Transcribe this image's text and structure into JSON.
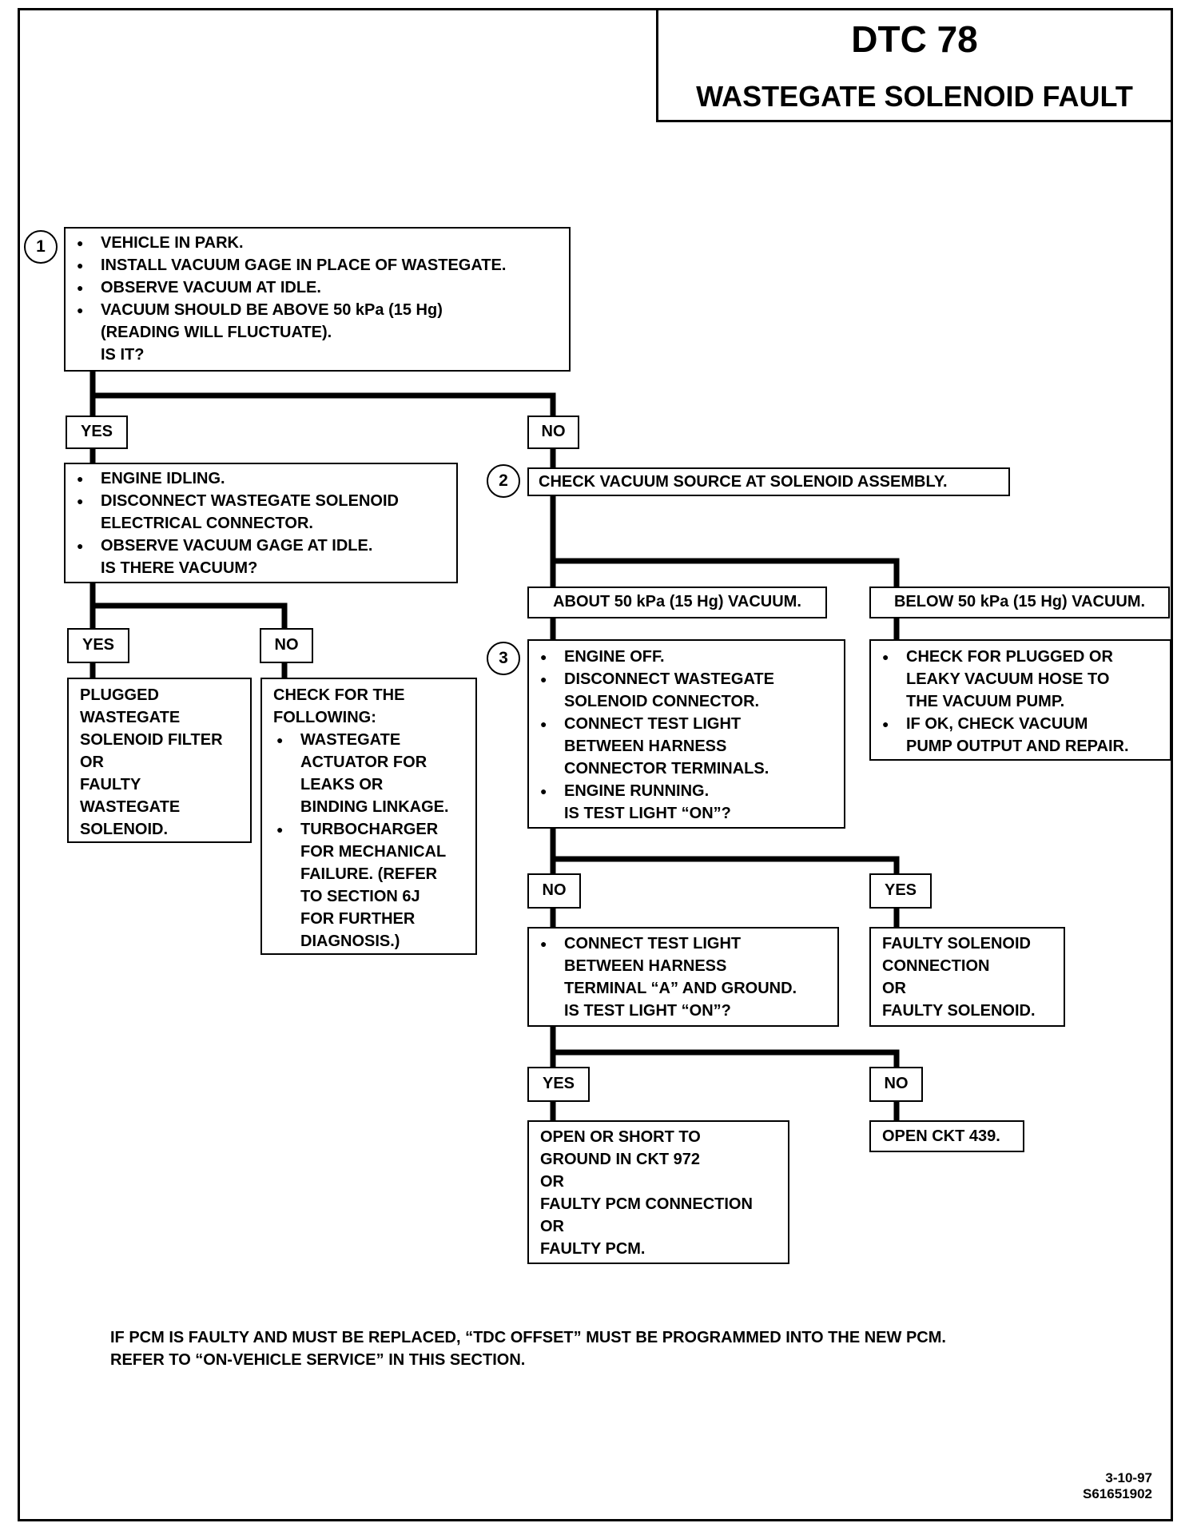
{
  "header": {
    "dtc": "DTC 78",
    "title": "WASTEGATE SOLENOID FAULT"
  },
  "step_numbers": [
    "1",
    "2",
    "3"
  ],
  "step1": {
    "bullets": [
      "VEHICLE IN PARK.",
      "INSTALL VACUUM GAGE IN PLACE OF WASTEGATE.",
      "OBSERVE VACUUM AT IDLE.",
      "VACUUM SHOULD BE ABOVE 50 kPa (15 Hg)"
    ],
    "cont": [
      "(READING WILL FLUCTUATE).",
      "IS IT?"
    ]
  },
  "labels": {
    "yes": "YES",
    "no": "NO"
  },
  "step1_yes": {
    "bullets": [
      "ENGINE IDLING.",
      "DISCONNECT WASTEGATE SOLENOID",
      "OBSERVE VACUUM GAGE AT IDLE."
    ],
    "bullet2_cont": "ELECTRICAL CONNECTOR.",
    "question": "IS THERE VACUUM?"
  },
  "step2": {
    "text": "CHECK VACUUM SOURCE AT SOLENOID ASSEMBLY."
  },
  "branch_about": "ABOUT 50 kPa (15 Hg) VACUUM.",
  "branch_below": "BELOW 50 kPa (15 Hg) VACUUM.",
  "plugged_result": [
    "PLUGGED",
    "WASTEGATE",
    "SOLENOID FILTER",
    "OR",
    "FAULTY",
    "WASTEGATE",
    "SOLENOID."
  ],
  "check_following": {
    "intro": [
      "CHECK FOR THE",
      "FOLLOWING:"
    ],
    "item1": [
      "WASTEGATE",
      "ACTUATOR FOR",
      "LEAKS OR",
      "BINDING LINKAGE."
    ],
    "item2": [
      "TURBOCHARGER",
      "FOR MECHANICAL",
      "FAILURE. (REFER",
      "TO SECTION 6J",
      "FOR FURTHER",
      "DIAGNOSIS.)"
    ]
  },
  "step3": {
    "b1": [
      "ENGINE OFF."
    ],
    "b2": [
      "DISCONNECT WASTEGATE",
      "SOLENOID CONNECTOR."
    ],
    "b3": [
      "CONNECT TEST LIGHT",
      "BETWEEN HARNESS",
      "CONNECTOR TERMINALS."
    ],
    "b4": [
      "ENGINE RUNNING."
    ],
    "question": "IS TEST LIGHT “ON”?"
  },
  "below_check": {
    "b1": [
      "CHECK FOR PLUGGED OR",
      "LEAKY VACUUM HOSE TO",
      "THE VACUUM PUMP."
    ],
    "b2": [
      "IF OK, CHECK VACUUM",
      "PUMP OUTPUT AND REPAIR."
    ]
  },
  "connect_test": {
    "b1": [
      "CONNECT TEST LIGHT",
      "BETWEEN HARNESS",
      "TERMINAL “A” AND GROUND."
    ],
    "question": "IS TEST LIGHT “ON”?"
  },
  "faulty_solenoid": [
    "FAULTY SOLENOID",
    "CONNECTION",
    "OR",
    "FAULTY SOLENOID."
  ],
  "open_short": [
    "OPEN OR SHORT TO",
    "GROUND IN CKT 972",
    "OR",
    "FAULTY PCM CONNECTION",
    "OR",
    "FAULTY PCM."
  ],
  "open_ckt": "OPEN CKT 439.",
  "footnote": [
    "IF PCM IS FAULTY AND MUST BE REPLACED, “TDC OFFSET” MUST BE PROGRAMMED INTO THE NEW PCM.",
    "REFER TO “ON-VEHICLE SERVICE” IN THIS SECTION."
  ],
  "doc_code": [
    "3-10-97",
    "S61651902"
  ]
}
